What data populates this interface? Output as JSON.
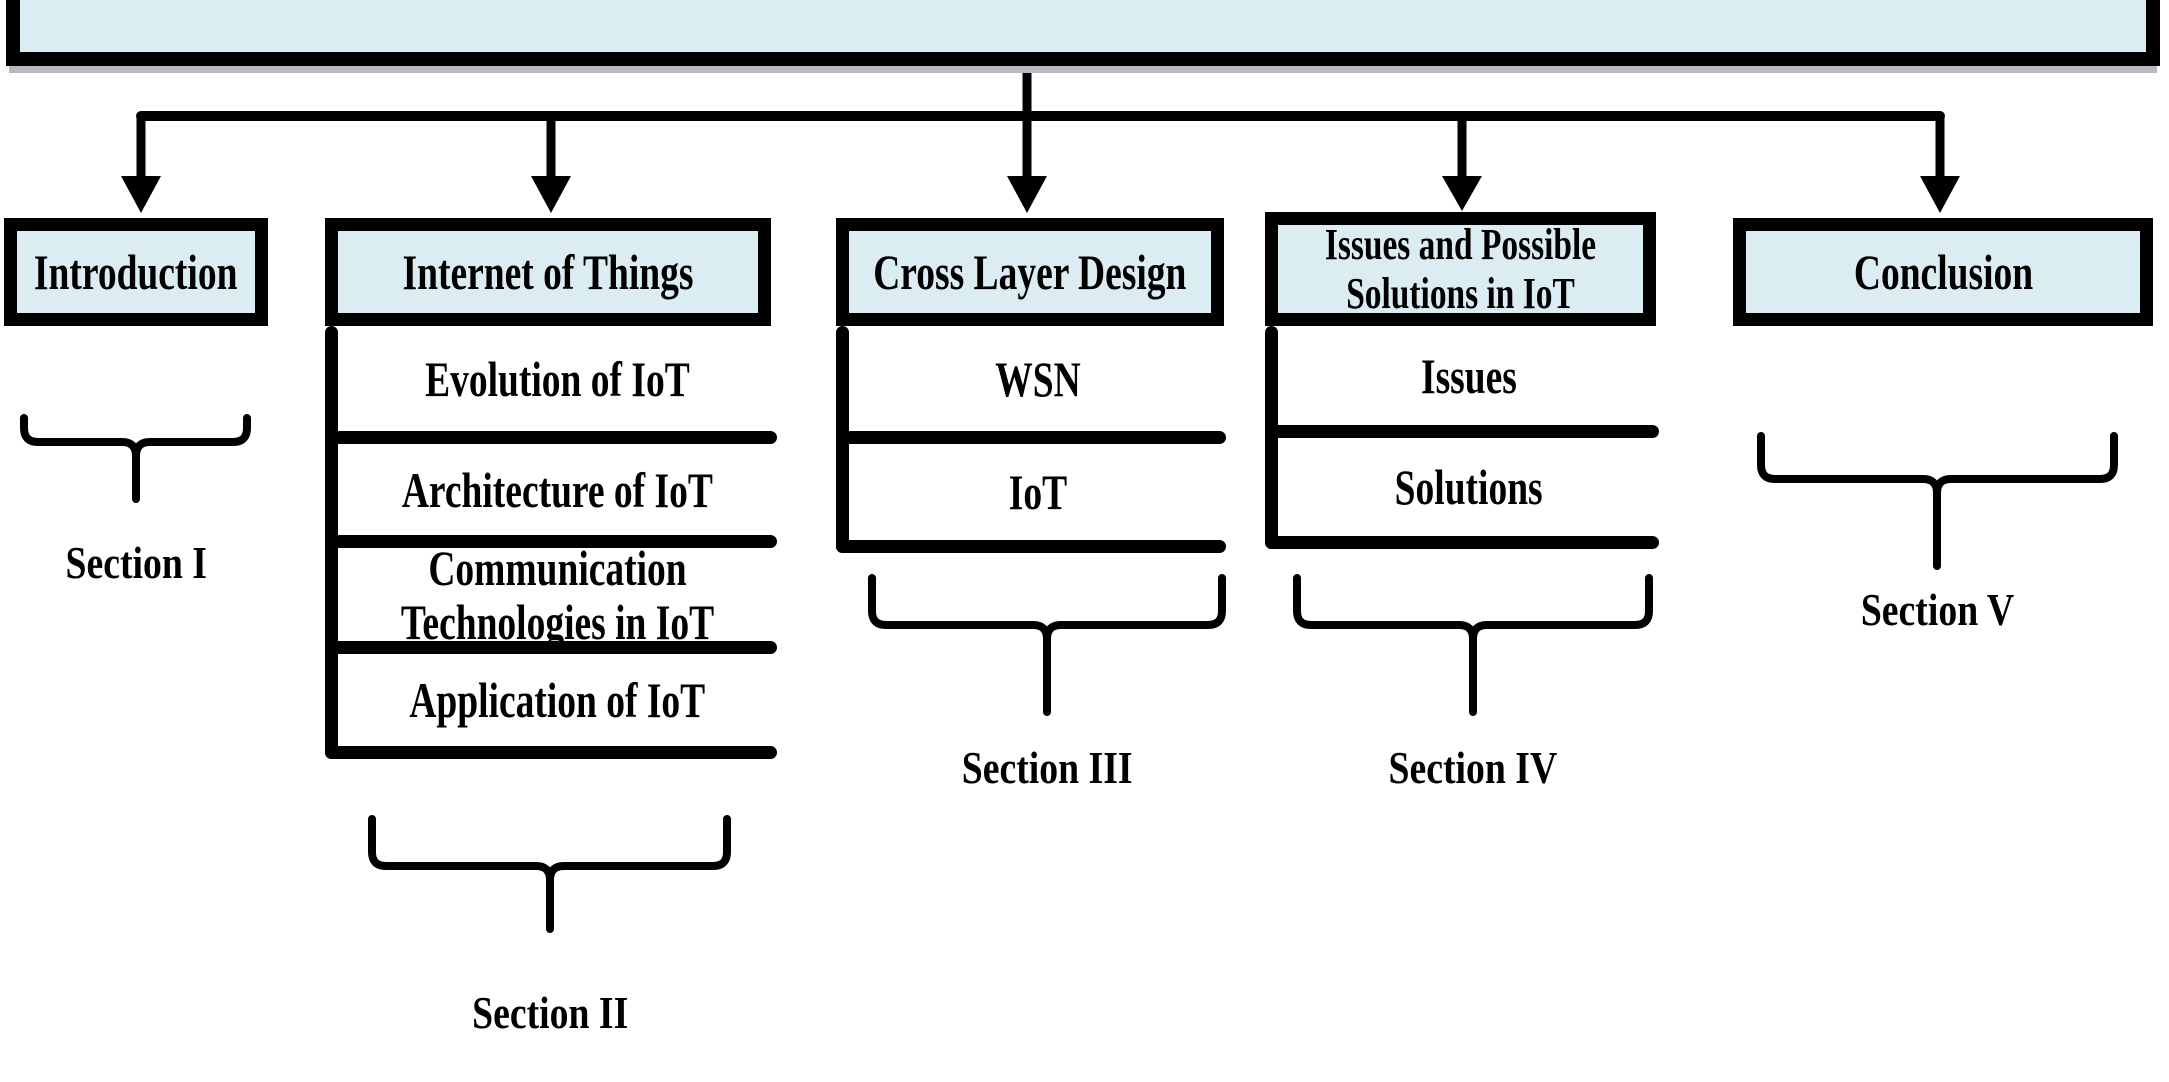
{
  "figure": {
    "top_box": {
      "label": ""
    },
    "columns": [
      {
        "header": "Introduction",
        "items": [],
        "section_label": "Section I"
      },
      {
        "header": "Internet of Things",
        "items": [
          "Evolution of IoT",
          "Architecture of IoT",
          "Communication Technologies in IoT",
          "Application of IoT"
        ],
        "section_label": "Section II"
      },
      {
        "header": "Cross Layer Design",
        "items": [
          "WSN",
          "IoT"
        ],
        "section_label": "Section III"
      },
      {
        "header": "Issues and Possible Solutions in IoT",
        "items": [
          "Issues",
          "Solutions"
        ],
        "section_label": "Section IV"
      },
      {
        "header": "Conclusion",
        "items": [],
        "section_label": "Section V"
      }
    ],
    "colors": {
      "box_fill": "#dbecf2",
      "line": "#000000",
      "background": "#ffffff"
    }
  }
}
